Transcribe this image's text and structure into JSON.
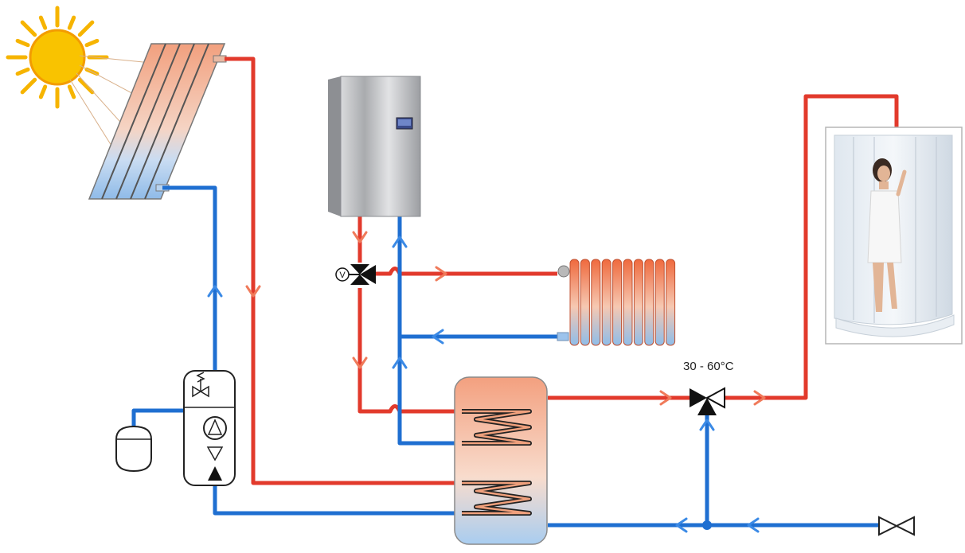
{
  "diagram": {
    "mixing_valve_temperature": "30 - 60°C",
    "valve_symbol_letter": "V"
  },
  "colors": {
    "hot_pipe": "#e23a2c",
    "cold_pipe": "#1f6fd1",
    "hot_arrow": "#f07a5a",
    "cold_arrow": "#3b8ae6",
    "sun": "#f6b400"
  },
  "components": [
    "sun-icon",
    "solar-collector",
    "wall-boiler",
    "boiler-display",
    "three-way-valve",
    "radiator",
    "storage-tank",
    "upper-heating-coil",
    "lower-solar-coil",
    "pump-station",
    "expansion-vessel",
    "thermostatic-mixing-valve",
    "shower-cabin",
    "cold-water-inlet-valve"
  ]
}
